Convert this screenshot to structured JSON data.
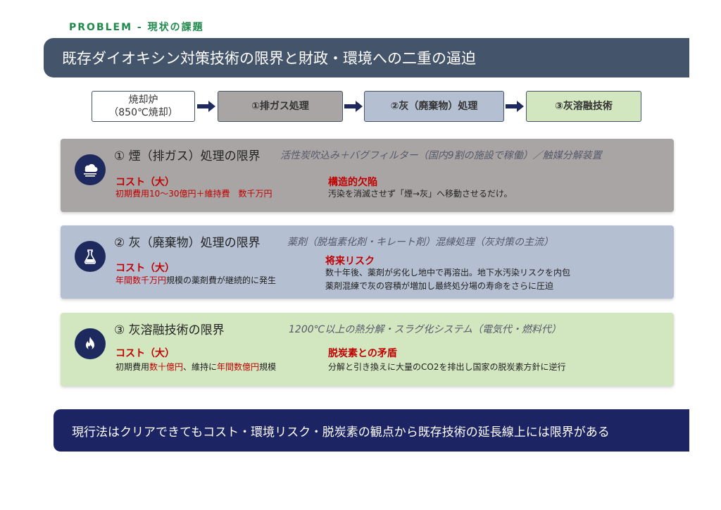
{
  "section_label": "PROBLEM - 現状の課題",
  "title": "既存ダイオキシン対策技術の限界と財政・環境への二重の逼迫",
  "flow": {
    "furnace_line1": "焼却炉",
    "furnace_line2": "（850℃焼却）",
    "gas": "①排ガス処理",
    "ash": "②灰（廃棄物）処理",
    "melt": "③灰溶融技術"
  },
  "panels": {
    "gas": {
      "icon": "smoke-icon",
      "title": "① 煙（排ガス）処理の限界",
      "subtitle": "活性炭吹込み＋バグフィルター（国内9割の施設で稼働）／触媒分解装置",
      "cost_head": "コスト（大）",
      "cost_text": "初期費用10～30億円＋維持費　数千万円",
      "issue_head": "構造的欠陥",
      "issue_text": "汚染を消滅させず「煙→灰」へ移動させるだけ。"
    },
    "ash": {
      "icon": "flask-icon",
      "title": "② 灰（廃棄物）処理の限界",
      "subtitle": "薬剤（脱塩素化剤・キレート剤）混練処理（灰対策の主流）",
      "cost_head": "コスト（大）",
      "cost_red": "年間数千万円",
      "cost_rest": "規模の薬剤費が継続的に発生",
      "issue_head": "将来リスク",
      "issue_line1": "数十年後、薬剤が劣化し地中で再溶出。地下水汚染リスクを内包",
      "issue_line2": "薬剤混練で灰の容積が増加し最終処分場の寿命をさらに圧迫"
    },
    "melt": {
      "icon": "fire-icon",
      "title": "③ 灰溶融技術の限界",
      "subtitle": "1200℃以上の熱分解・スラグ化システム（電気代・燃料代）",
      "cost_head": "コスト（大）",
      "cost_a": "初期費用",
      "cost_b": "数十億円",
      "cost_c": "、維持に",
      "cost_d": "年間数億円",
      "cost_e": "規模",
      "issue_head": "脱炭素との矛盾",
      "issue_text": "分解と引き換えに大量のCO2を排出し国家の脱炭素方針に逆行"
    }
  },
  "conclusion": "現行法はクリアできてもコスト・環境リスク・脱炭素の観点から既存技術の延長線上には限界がある",
  "colors": {
    "banner": "#44546a",
    "gas_panel": "#aaa5a5",
    "ash_panel": "#b4bfd1",
    "melt_panel": "#d2e6c0",
    "accent_red": "#c00000",
    "icon_navy": "#1e2a5e",
    "conclusion": "#1c2464"
  }
}
